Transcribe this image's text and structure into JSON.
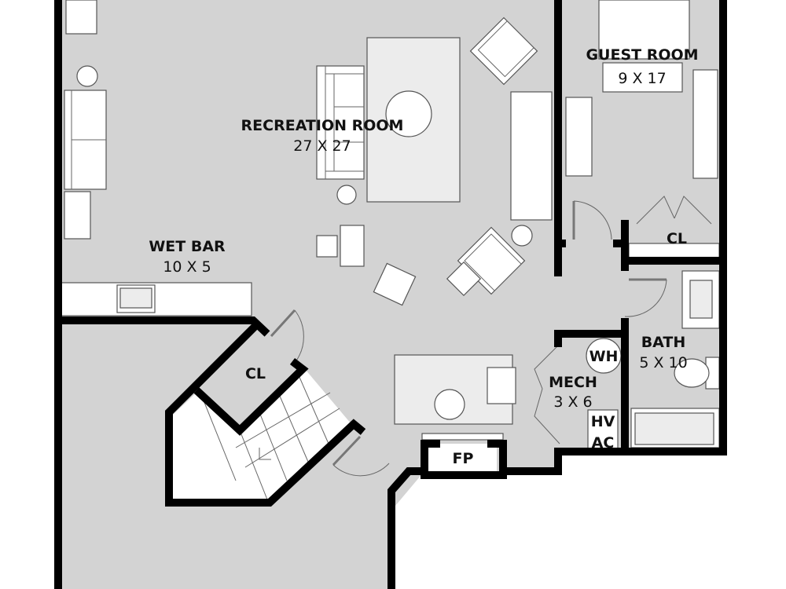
{
  "plan": {
    "rooms": {
      "recreation": {
        "name": "RECREATION ROOM",
        "size": "27 X 27"
      },
      "guest": {
        "name": "GUEST ROOM",
        "size": "9 X 17"
      },
      "wet_bar": {
        "name": "WET BAR",
        "size": "10 X 5"
      },
      "guest_closet": {
        "name": "CL"
      },
      "stair_closet": {
        "name": "CL"
      },
      "bath": {
        "name": "BATH",
        "size": "5 X 10"
      },
      "mech": {
        "name": "MECH",
        "size": "3 X 6"
      }
    },
    "fixtures": {
      "water_heater": "WH",
      "hvac_line1": "HV",
      "hvac_line2": "AC",
      "fireplace": "FP"
    },
    "colors": {
      "floor": "#d3d3d3",
      "wall": "#000000",
      "furniture": "#ffffff",
      "rug": "#ececec"
    }
  }
}
